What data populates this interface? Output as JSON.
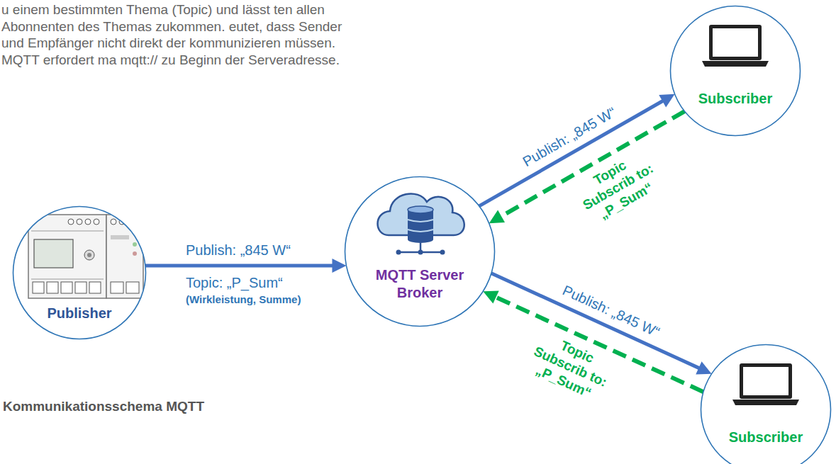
{
  "diagram": {
    "caption": "Kommunikationsschema MQTT",
    "nodes": [
      {
        "text": [
          "Publisher"
        ]
      },
      {
        "text": [
          "MQTT Server Broker"
        ]
      },
      {
        "text": [
          "Subscriber"
        ]
      },
      {
        "text": [
          "Subscriber"
        ]
      }
    ],
    "edges": [
      {
        "from": 0,
        "to": 1,
        "arrow": "to",
        "label": "Publish: „845 W“"
      },
      {
        "from": 1,
        "to": 2,
        "arrow": "to",
        "label": "Publish: „845 W“"
      },
      {
        "from": 2,
        "to": 1,
        "arrow": "to",
        "label": "Topic Subscrib to: „P_Sum“"
      },
      {
        "from": 1,
        "to": 3,
        "arrow": "to",
        "label": "Publish: „845 W“"
      },
      {
        "from": 3,
        "to": 1,
        "arrow": "to",
        "label": "Topic Subscrib to: „P_Sum“"
      }
    ],
    "labels": [
      "u einem bestimmten Thema (Topic) und lässt ten allen Abonnenten des Themas zukommen. eutet, dass Sender und Empfänger nicht direkt der kommunizieren müssen. MQTT erfordert ma mqtt:// zu Beginn der Serveradresse.",
      "Topic: „P_Sum“",
      "(Wirkleistung, Summe)"
    ]
  }
}
